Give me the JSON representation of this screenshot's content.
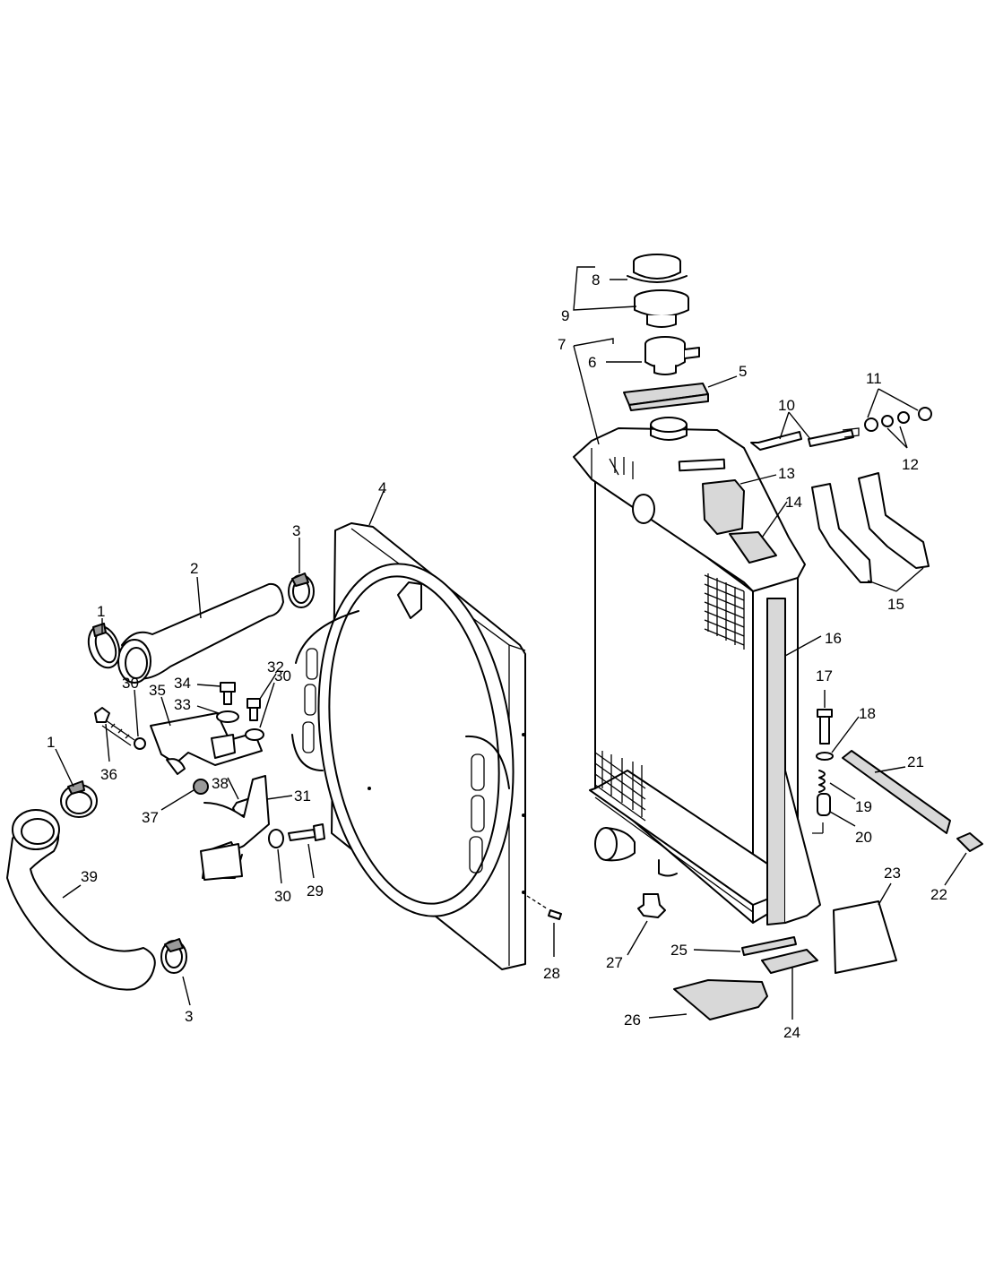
{
  "diagram": {
    "callouts": {
      "c1a": "1",
      "c1b": "1",
      "c2": "2",
      "c3a": "3",
      "c3b": "3",
      "c4": "4",
      "c5": "5",
      "c6": "6",
      "c7": "7",
      "c8": "8",
      "c9": "9",
      "c10": "10",
      "c11": "11",
      "c12": "12",
      "c13": "13",
      "c14": "14",
      "c15": "15",
      "c16": "16",
      "c17": "17",
      "c18": "18",
      "c19": "19",
      "c20": "20",
      "c21": "21",
      "c22": "22",
      "c23": "23",
      "c24": "24",
      "c25": "25",
      "c26": "26",
      "c27": "27",
      "c28": "28",
      "c29": "29",
      "c30a": "30",
      "c30b": "30",
      "c30c": "30",
      "c31": "31",
      "c32": "32",
      "c33": "33",
      "c34": "34",
      "c35": "35",
      "c36": "36",
      "c37": "37",
      "c38": "38",
      "c39": "39"
    }
  }
}
